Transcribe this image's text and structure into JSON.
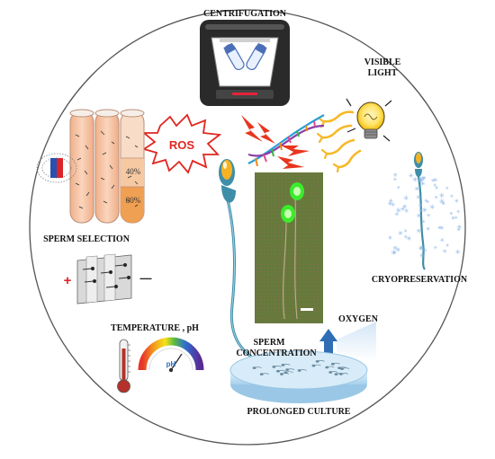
{
  "labels": {
    "centrifugation": "CENTRIFUGATION",
    "visible_light_line1": "VISIBLE",
    "visible_light_line2": "LIGHT",
    "ros": "ROS",
    "sperm_selection": "SPERM SELECTION",
    "cryopreservation": "CRYOPRESERVATION",
    "temperature_ph": "TEMPERATURE , pH",
    "oxygen": "OXYGEN",
    "sperm_concentration_line1": "SPERM",
    "sperm_concentration_line2": "CONCENTRATION",
    "prolonged_culture": "PROLONGED CULTURE"
  },
  "gradient_tube": {
    "upper": "40%",
    "lower": "80%"
  },
  "electrophoresis": {
    "positive": "+",
    "negative": "—"
  },
  "ph_gauge": {
    "label": "pH"
  },
  "colors": {
    "ros": "#e0261f",
    "tube_fill": "#f4c3a2",
    "gradient_lower": "#f0a052",
    "sperm_body": "#3f8ea8",
    "sperm_head": "#f7b224",
    "micrograph_bg": "#6b7c3e",
    "micrograph_green": "#34ff2a",
    "lightning": "#e8361e",
    "light_ray": "#f5b928",
    "snow": "#9fc4ea",
    "thermometer": "#b5322a",
    "dish": "#b7dcf2"
  }
}
